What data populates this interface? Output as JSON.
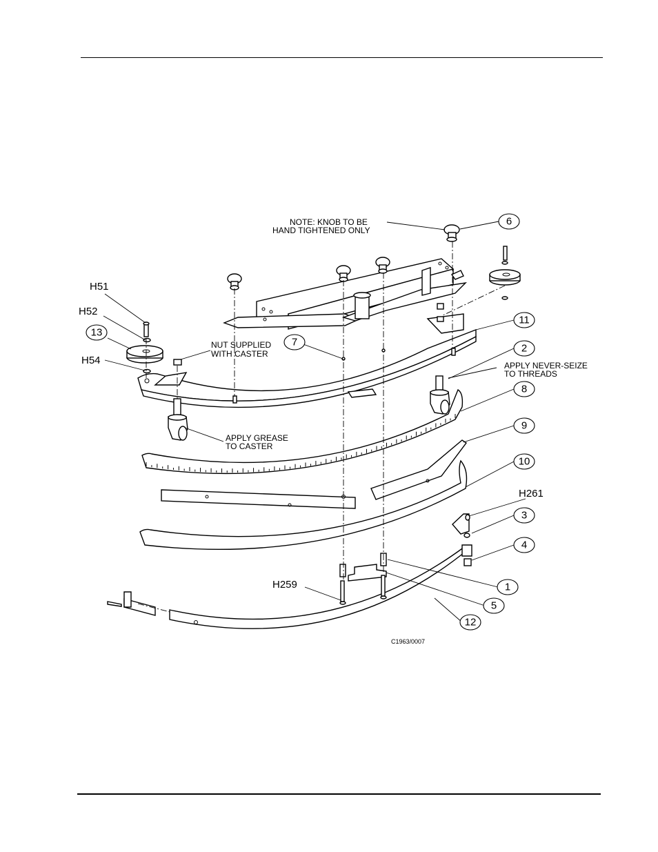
{
  "drawing": {
    "code": "C1963/0007",
    "notes": {
      "knob_line1": "NOTE:   KNOB TO BE",
      "knob_line2": "HAND TIGHTENED ONLY",
      "nut_line1": "NUT SUPPLIED",
      "nut_line2": "WITH CASTER",
      "seize_line1": "APPLY NEVER-SEIZE",
      "seize_line2": "TO THREADS",
      "grease_line1": "APPLY GREASE",
      "grease_line2": "TO CASTER"
    },
    "hardware_labels": {
      "h51": "H51",
      "h52": "H52",
      "h54": "H54",
      "h259": "H259",
      "h261": "H261"
    },
    "callouts": [
      "1",
      "2",
      "3",
      "4",
      "5",
      "6",
      "7",
      "8",
      "9",
      "10",
      "11",
      "12",
      "13"
    ]
  }
}
